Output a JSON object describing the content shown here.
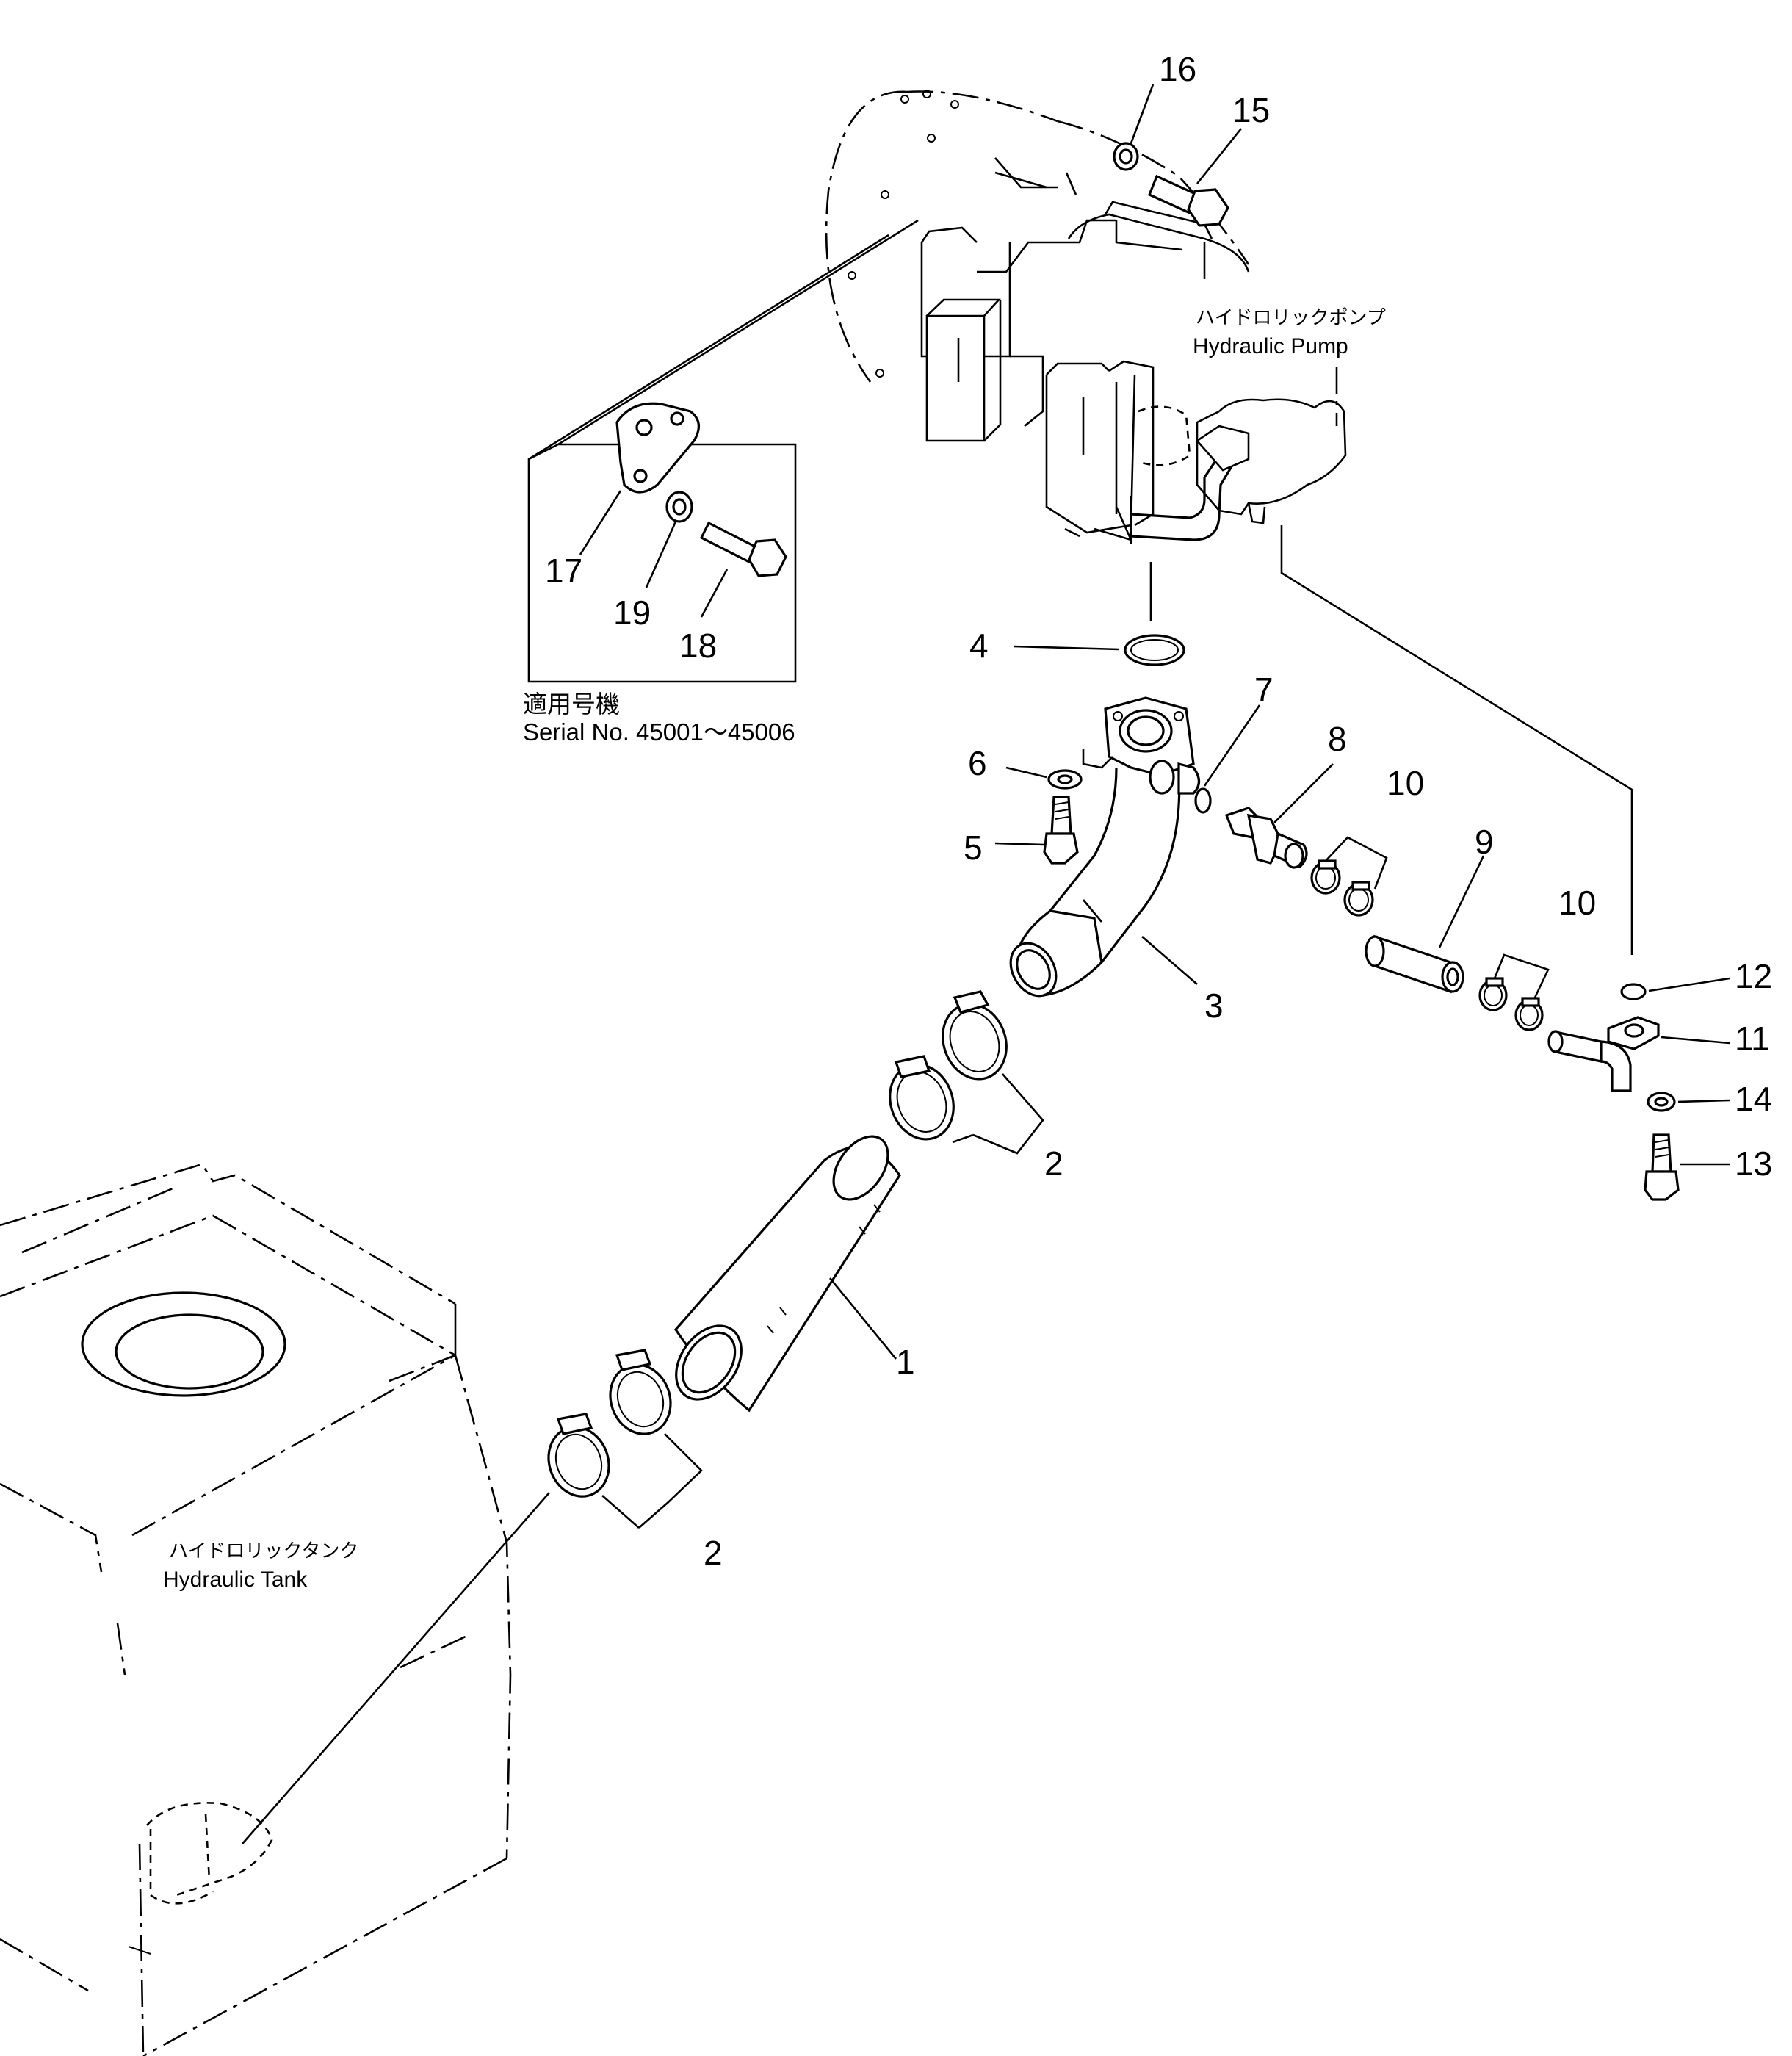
{
  "labels": {
    "pump_jp": "ハイドロリックポンプ",
    "pump_en": "Hydraulic  Pump",
    "tank_jp": "ハイドロリックタンク",
    "tank_en": "Hydraulic  Tank",
    "serial_jp": "適用号機",
    "serial_en": "Serial  No.  45001～45006"
  },
  "part_numbers": {
    "p1": "1",
    "p2a": "2",
    "p2b": "2",
    "p3": "3",
    "p4": "4",
    "p5": "5",
    "p6": "6",
    "p7": "7",
    "p8": "8",
    "p9": "9",
    "p10a": "10",
    "p10b": "10",
    "p11": "11",
    "p12": "12",
    "p13": "13",
    "p14": "14",
    "p15": "15",
    "p16": "16",
    "p17": "17",
    "p18": "18",
    "p19": "19"
  }
}
